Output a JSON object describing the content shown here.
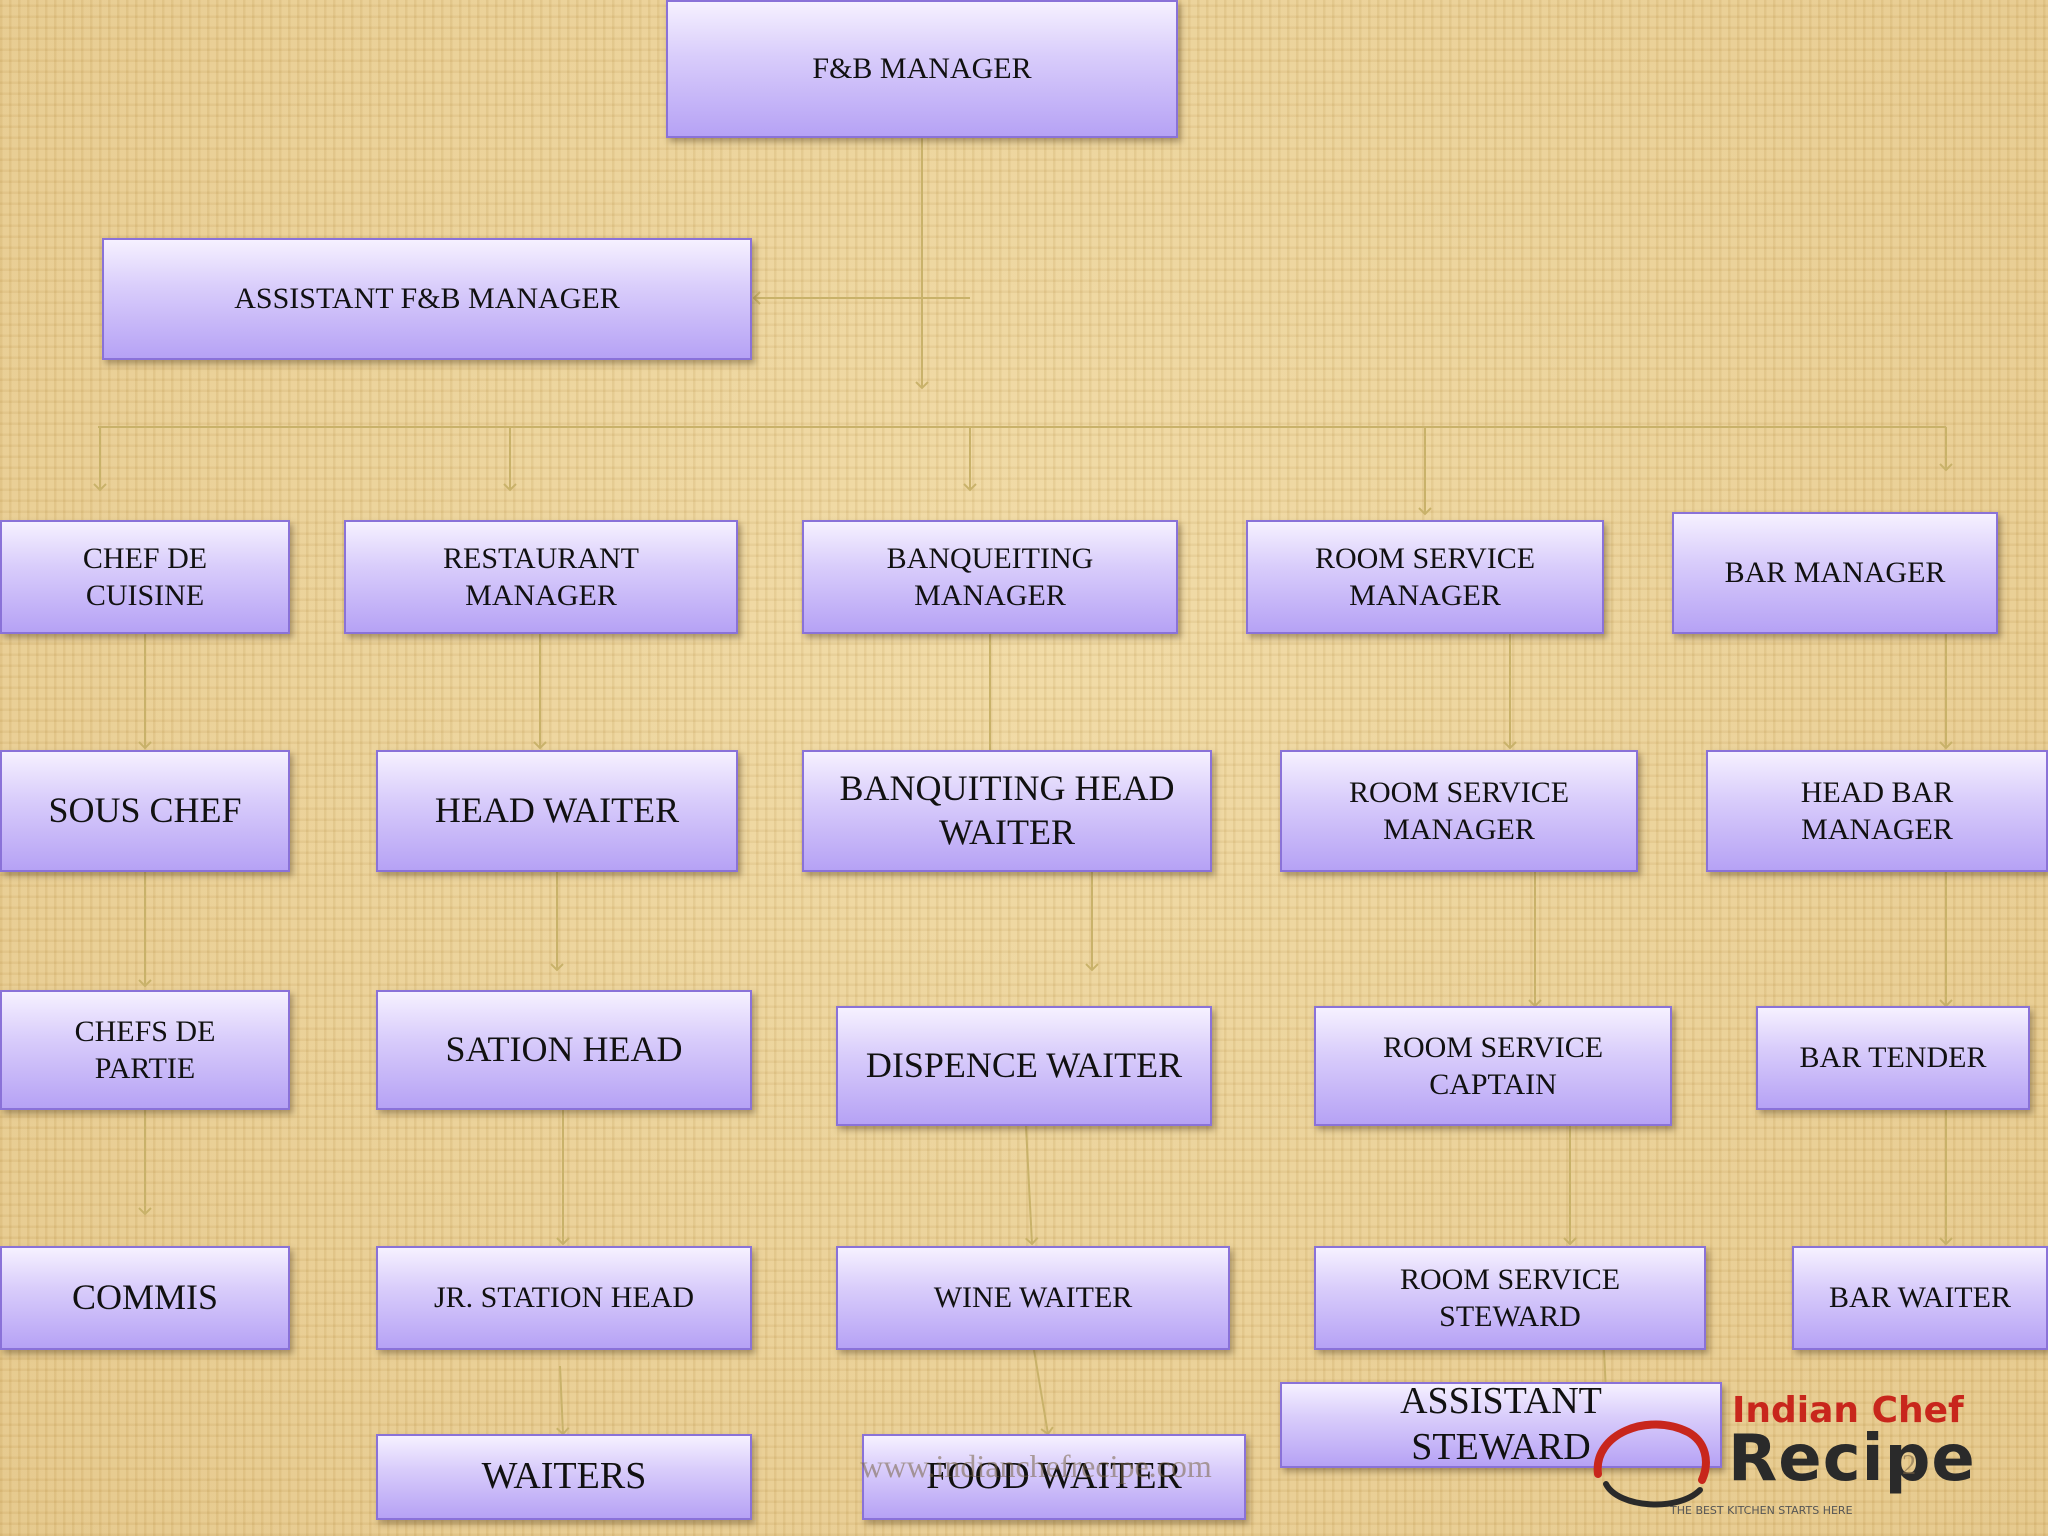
{
  "nodes": {
    "fb_manager": "F&B MANAGER",
    "assistant_fb_manager": "ASSISTANT F&B MANAGER",
    "chef_de_cuisine": "CHEF DE\nCUISINE",
    "restaurant_manager": "RESTAURANT\nMANAGER",
    "banqueiting_manager": "BANQUEITING\nMANAGER",
    "room_service_manager": "ROOM SERVICE\nMANAGER",
    "bar_manager": "BAR MANAGER",
    "sous_chef": "SOUS CHEF",
    "head_waiter": "HEAD WAITER",
    "banquiting_head_waiter": "BANQUITING HEAD\nWAITER",
    "room_service_manager_2": "ROOM SERVICE\nMANAGER",
    "head_bar_manager": "HEAD BAR\nMANAGER",
    "chefs_de_partie": "CHEFS DE\nPARTIE",
    "sation_head": "SATION HEAD",
    "dispence_waiter": "DISPENCE WAITER",
    "room_service_captain": "ROOM SERVICE\nCAPTAIN",
    "bar_tender": "BAR TENDER",
    "commis": "COMMIS",
    "jr_station_head": "JR. STATION HEAD",
    "wine_waiter": "WINE WAITER",
    "room_service_steward": "ROOM SERVICE\nSTEWARD",
    "bar_waiter": "BAR WAITER",
    "waiters": "WAITERS",
    "food_waiter": "FOOD WAITER",
    "assistant_steward": "ASSISTANT\nSTEWARD"
  },
  "footer": {
    "watermark": "www.indianchefrecipe.com",
    "page_number": "2"
  },
  "logo": {
    "line1": "Indian Chef",
    "line2": "Recipe",
    "tagline": "THE BEST KITCHEN STARTS HERE"
  },
  "colors": {
    "connector": "#c9b26a",
    "box_border": "#8a72d8",
    "logo_red": "#c8261c"
  }
}
